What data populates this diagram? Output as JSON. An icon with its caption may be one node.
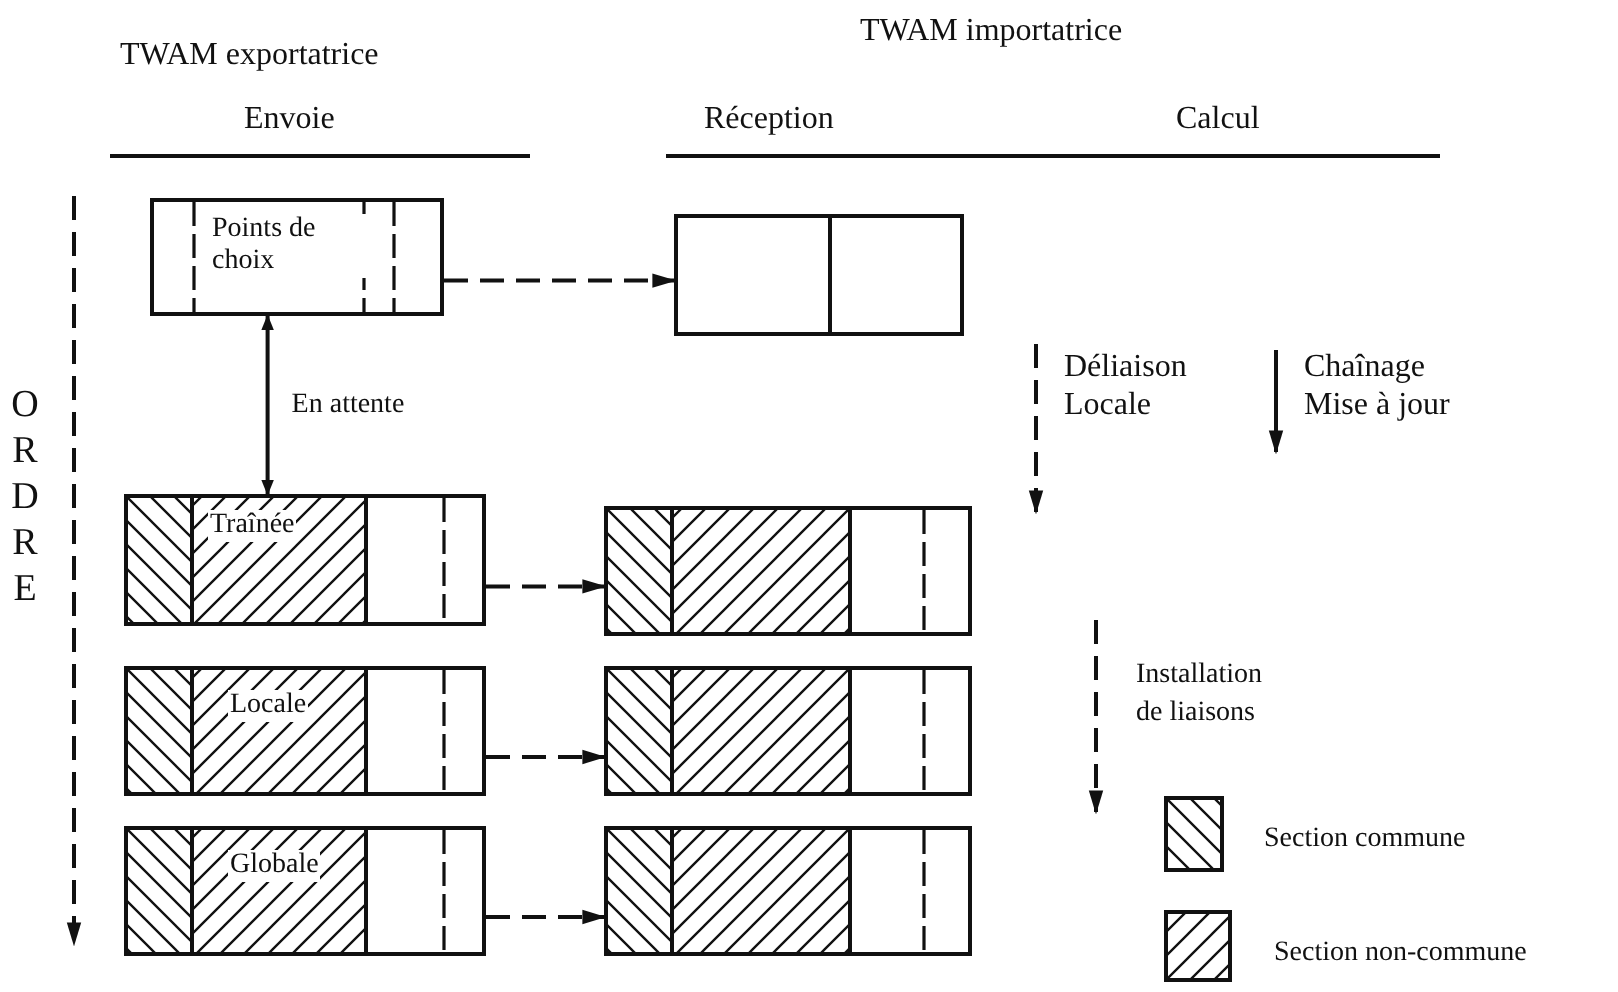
{
  "diagram": {
    "nodes": [
      {
        "text": [
          "Points de choix"
        ]
      },
      {
        "text": [],
        "shape": "box"
      },
      {
        "text": [
          "Traînée"
        ]
      },
      {
        "text": [],
        "shape": "box"
      },
      {
        "text": [
          "Locale"
        ]
      },
      {
        "text": [],
        "shape": "box"
      },
      {
        "text": [
          "Globale"
        ]
      },
      {
        "text": [],
        "shape": "box"
      }
    ],
    "edges": [
      {
        "from": 0,
        "to": 1,
        "arrow": "to",
        "style": "dashed"
      },
      {
        "from": 0,
        "to": 2,
        "arrow": "both",
        "label": "En attente"
      },
      {
        "from": 2,
        "to": 3,
        "arrow": "to",
        "style": "dashed"
      },
      {
        "from": 4,
        "to": 5,
        "arrow": "to",
        "style": "dashed"
      },
      {
        "from": 6,
        "to": 7,
        "arrow": "to",
        "style": "dashed"
      }
    ],
    "labels": [
      "TWAM exportatrice",
      "TWAM importatrice",
      "Envoie",
      "Réception",
      "Calcul",
      "ORDRE",
      "Déliaison Locale",
      "Chaînage Mise à jour",
      "Installation de liaisons"
    ],
    "legend": [
      {
        "text": "Section commune"
      },
      {
        "text": "Section non-commune"
      }
    ]
  }
}
